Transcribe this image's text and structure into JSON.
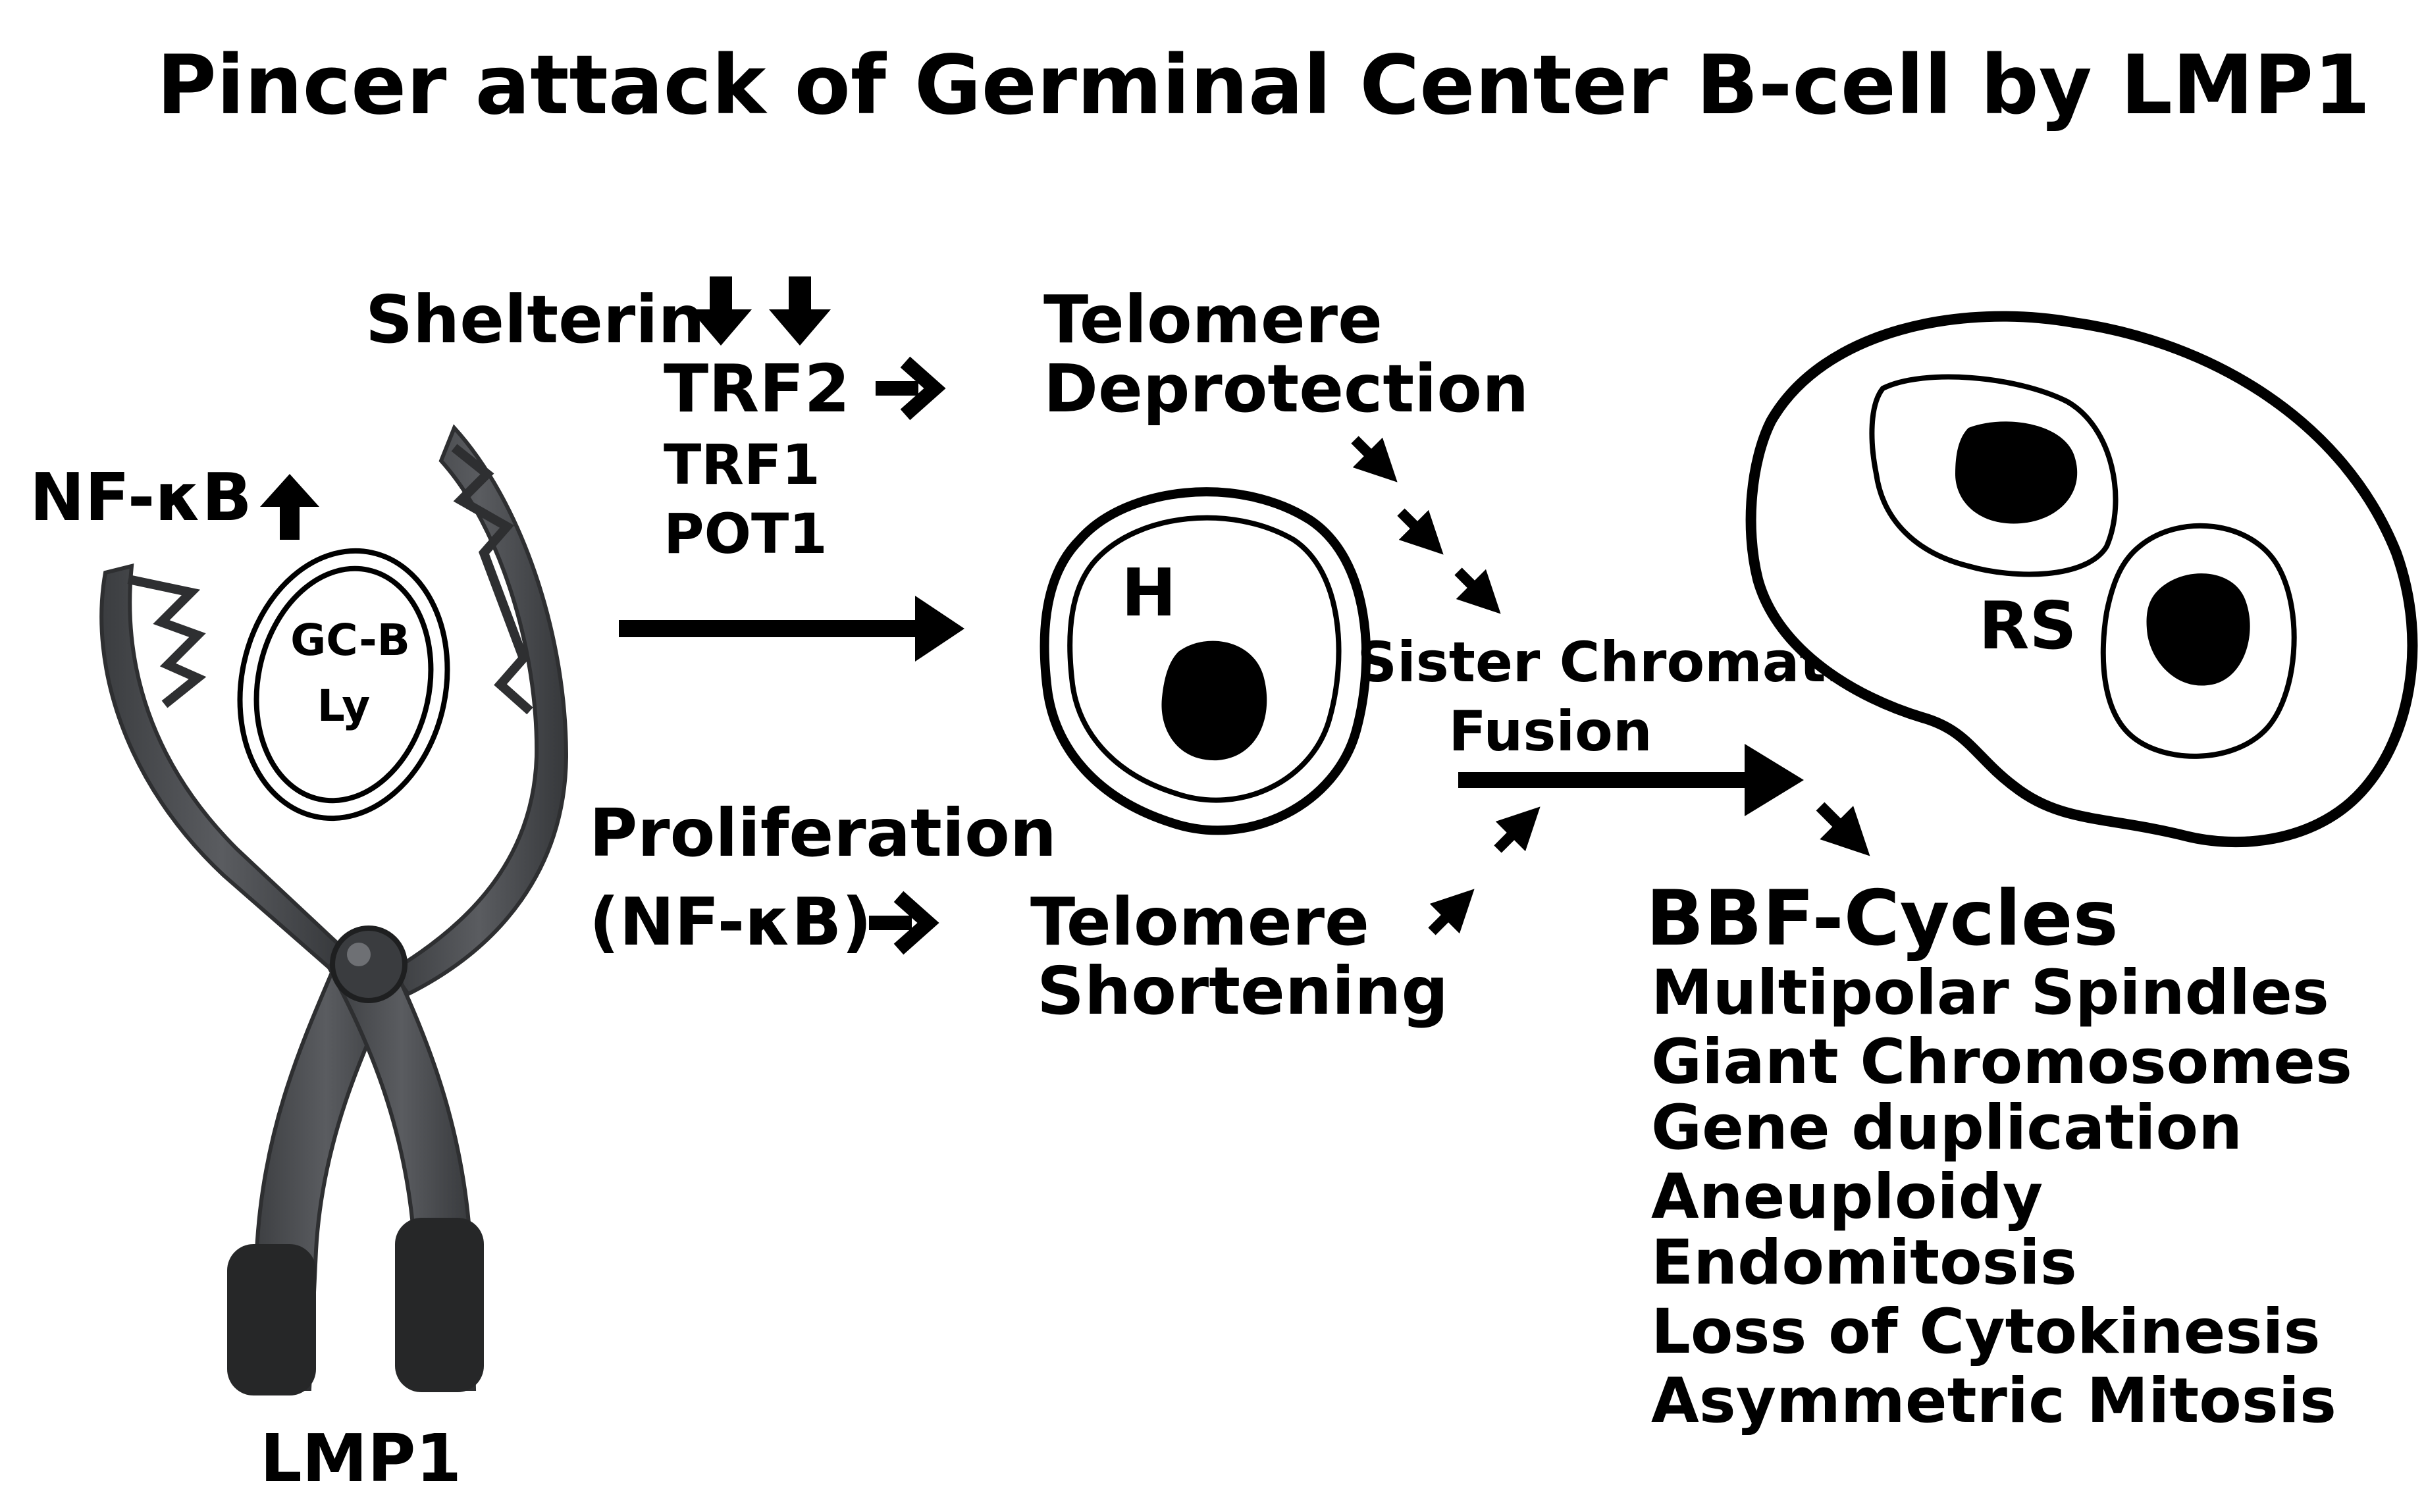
{
  "title": "Pincer attack of Germinal Center B-cell by LMP1",
  "pliers": {
    "label": "LMP1",
    "cell_line1": "GC-B",
    "cell_line2": "Ly",
    "nfkb": "NF-κB"
  },
  "shelterin": {
    "label": "Shelterin",
    "components": [
      "TRF2",
      "TRF1",
      "POT1"
    ]
  },
  "telomere_deprotection": [
    "Telomere",
    "Deprotection"
  ],
  "proliferation": [
    "Proliferation",
    "(NF-κB)"
  ],
  "telomere_shortening": [
    "Telomere",
    "Shortening"
  ],
  "h_cell_label": "H",
  "sister_fusion": [
    "Sister Chromatid",
    "Fusion"
  ],
  "rs_cell_label": "RS",
  "outcomes": {
    "heading": "BBF-Cycles",
    "items": [
      "Multipolar Spindles",
      "Giant Chromosomes",
      "Gene duplication",
      "Aneuploidy",
      "Endomitosis",
      "Loss of Cytokinesis",
      "Asymmetric Mitosis"
    ]
  },
  "colors": {
    "ink": "#000000",
    "pliers_metal": "#4a4c4f",
    "pliers_grip": "#262728",
    "background": "#ffffff"
  }
}
